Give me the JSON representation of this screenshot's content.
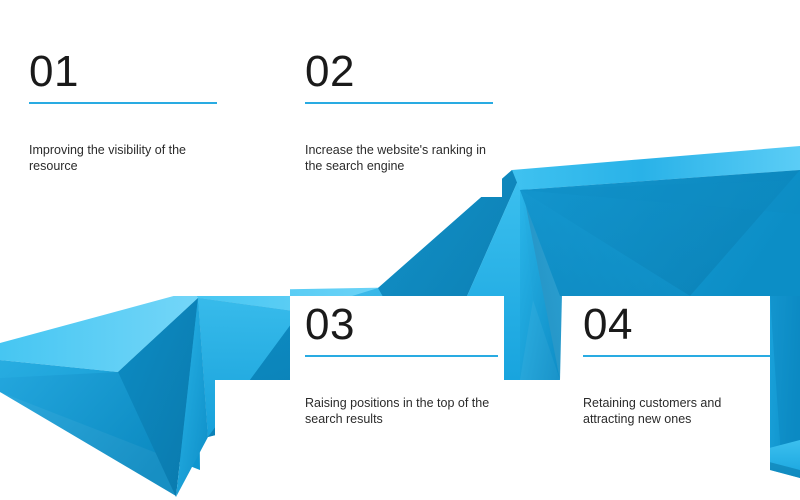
{
  "theme": {
    "background": "#ffffff",
    "accent": "#29abe2",
    "number_color": "#1a1a1a",
    "text_color": "#2b2b2b",
    "ribbon_light": "#5ccbf5",
    "ribbon_mid": "#29a9e0",
    "ribbon_dark": "#0b85be",
    "ribbon_deep": "#0a7aae"
  },
  "steps": [
    {
      "number": "01",
      "description": "Improving the visibility of the resource"
    },
    {
      "number": "02",
      "description": "Increase the website's ranking in the search engine"
    },
    {
      "number": "03",
      "description": "Raising positions in the top of the search results"
    },
    {
      "number": "04",
      "description": "Retaining customers and attracting new ones"
    }
  ],
  "graphic": {
    "name": "zigzag-arrow-ribbon",
    "description": "3D faceted blue ribbon arrow rising from lower left to upper right"
  }
}
